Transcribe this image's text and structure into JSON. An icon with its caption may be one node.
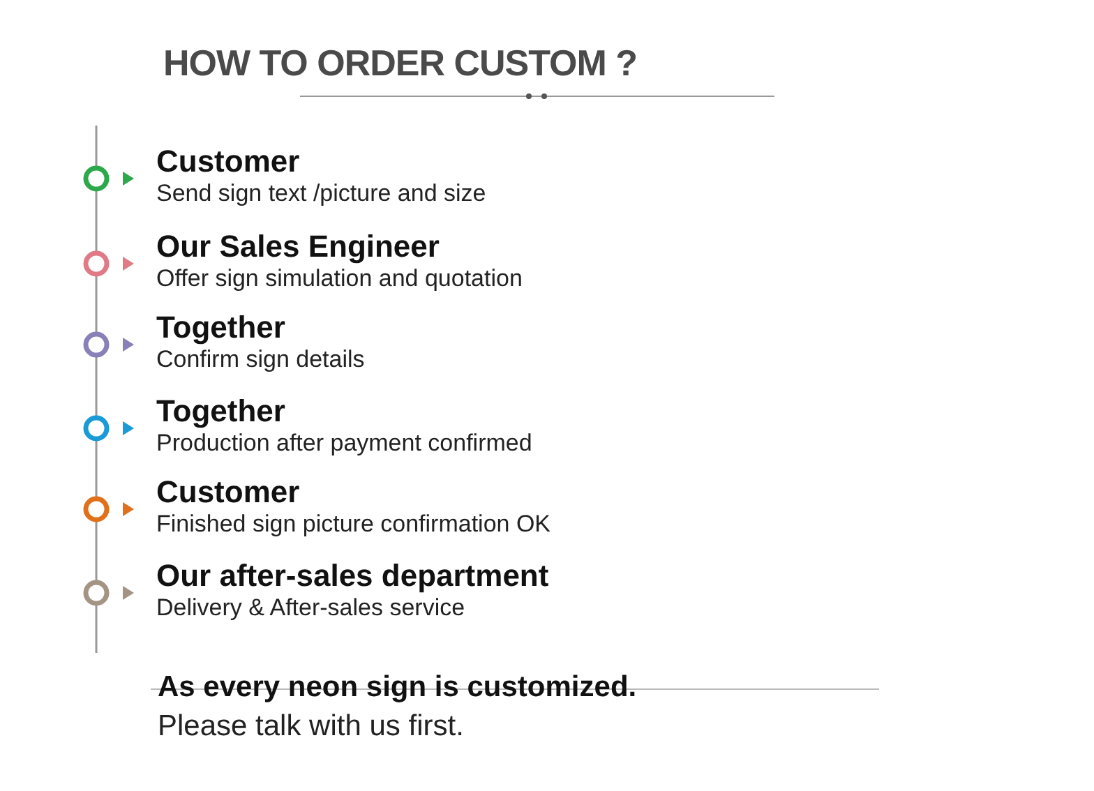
{
  "diagram": {
    "title": "HOW TO ORDER CUSTOM  ?",
    "nodes": [
      {
        "text": [
          "Customer",
          "Send sign text /picture and size"
        ]
      },
      {
        "text": [
          "Our Sales Engineer",
          "Offer sign simulation and quotation"
        ]
      },
      {
        "text": [
          "Together",
          "Confirm sign details"
        ]
      },
      {
        "text": [
          "Together",
          "Production after payment confirmed"
        ]
      },
      {
        "text": [
          "Customer",
          "Finished sign picture confirmation OK"
        ]
      },
      {
        "text": [
          "Our after-sales department",
          "Delivery & After-sales service"
        ]
      }
    ],
    "labels": [
      "As every neon sign is customized.",
      "Please talk with us first."
    ]
  }
}
